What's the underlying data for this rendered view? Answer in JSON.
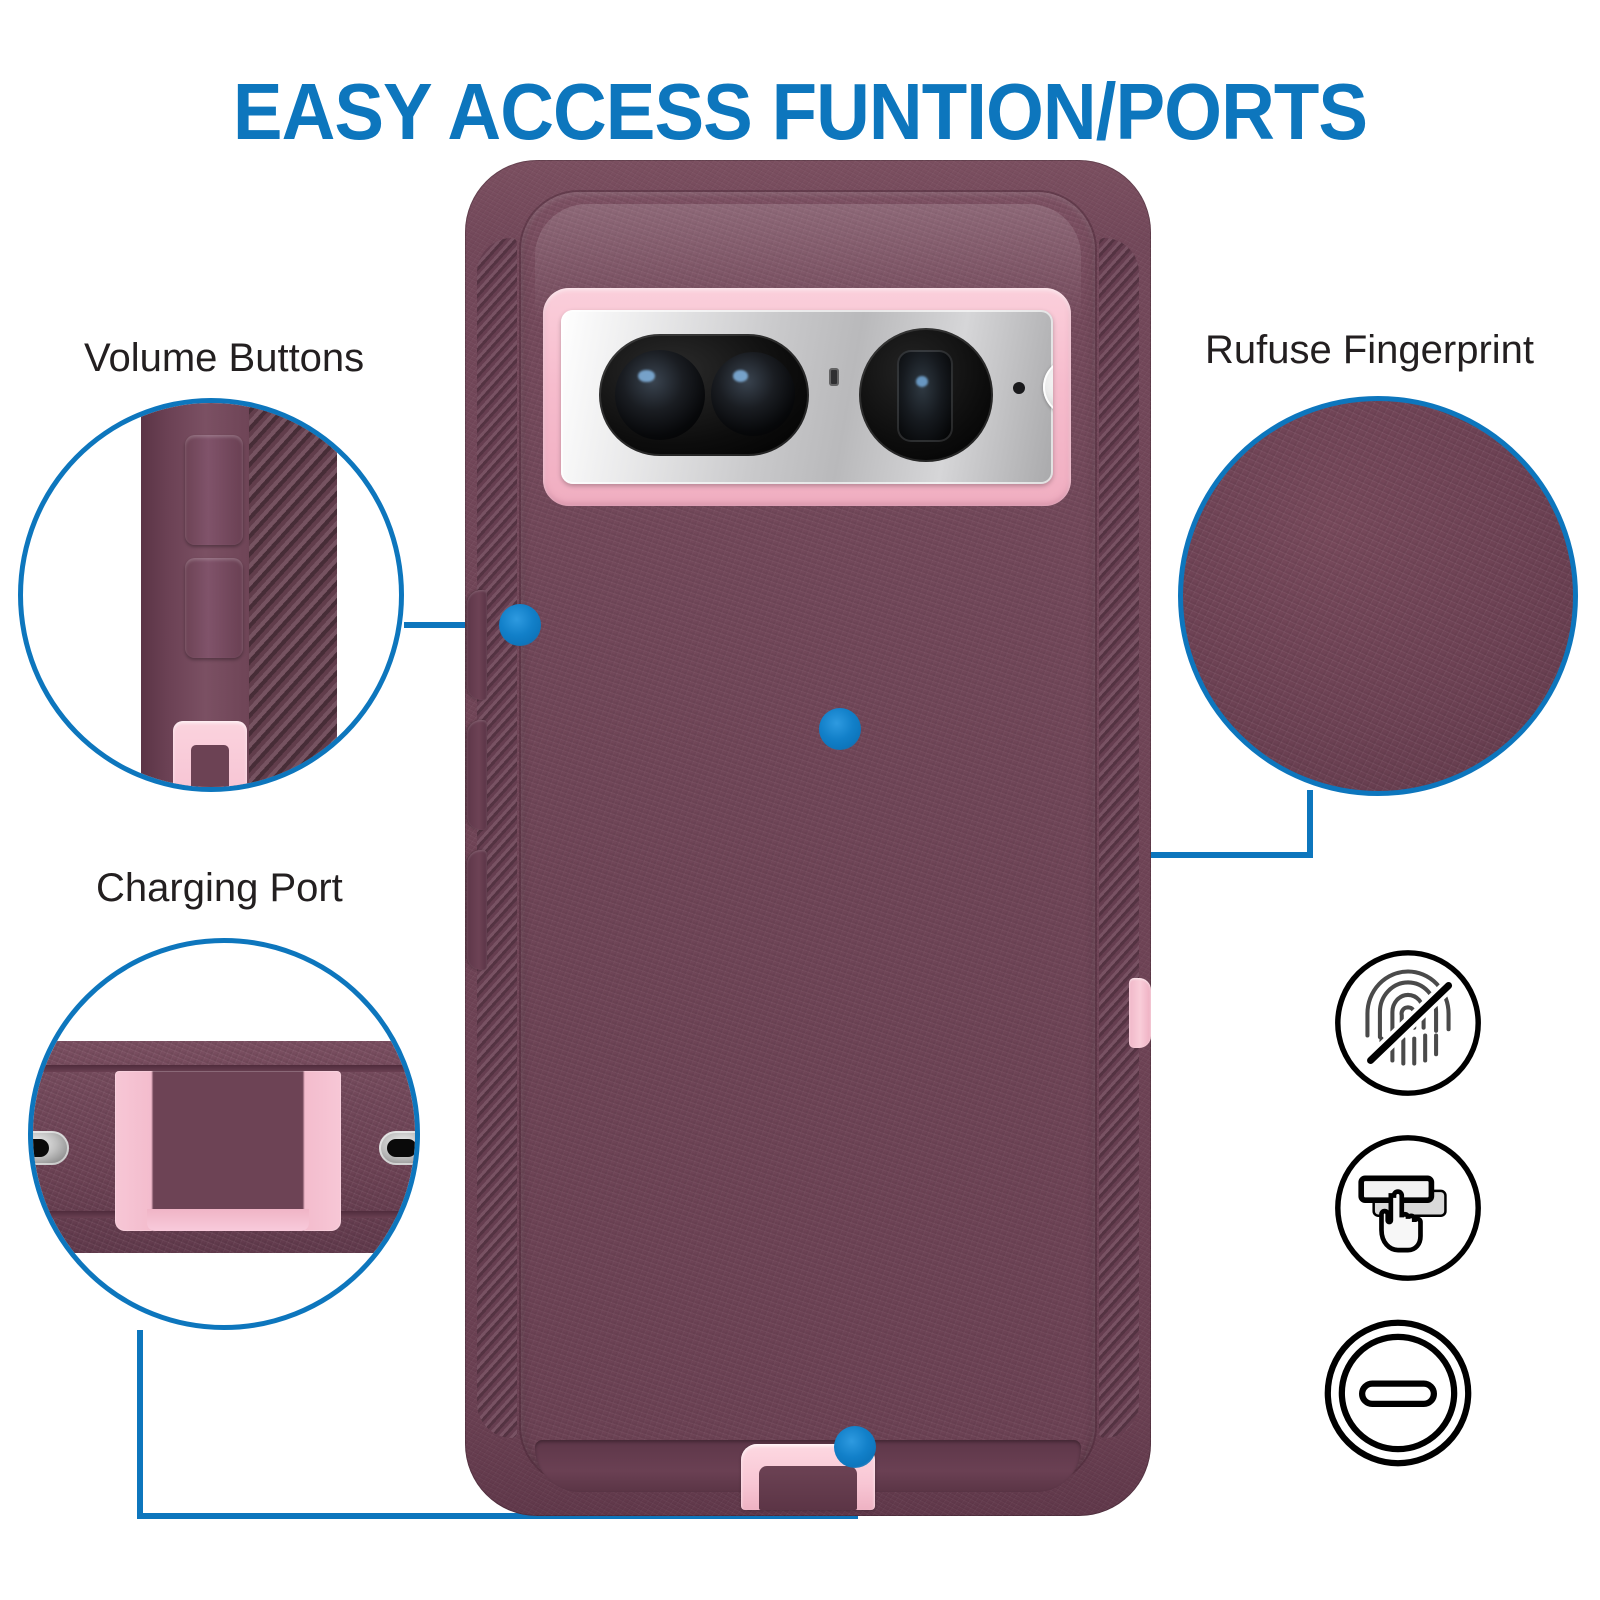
{
  "title": "EASY ACCESS FUNTION/PORTS",
  "colors": {
    "accent_blue": "#0d76bd",
    "case_maroon": "#6f4557",
    "case_maroon_light": "#7b5063",
    "case_pink": "#f6bccd",
    "label_text": "#231f20",
    "background": "#ffffff"
  },
  "callouts": [
    {
      "id": "volume-buttons",
      "label": "Volume Buttons",
      "position": "top-left",
      "detail": "Magnified side-edge view showing two raised volume button covers over diagonal-textured side rail, with pink port accent below"
    },
    {
      "id": "charging-port",
      "label": "Charging Port",
      "position": "bottom-left",
      "detail": "Magnified bottom-edge view showing pink charging port cover flap flanked by speaker grille cutouts"
    },
    {
      "id": "rufuse-fingerprint",
      "label": "Rufuse Fingerprint",
      "position": "top-right",
      "detail": "Magnified close-up of the matte textured maroon case back surface"
    }
  ],
  "product": {
    "name": "rugged defender phone case",
    "body_color_name": "maroon / plum",
    "accent_color_name": "pink",
    "camera": {
      "visor_finish": "silver metallic",
      "lens_pill_label": "dual-lens pill",
      "lens_circle_label": "telephoto lens",
      "flash_label": "LED flash",
      "sensor_label": "sensor dot"
    },
    "side_elements": [
      "volume up button cover",
      "volume down button cover",
      "power button cover",
      "pink side tab",
      "pink charging port flap"
    ]
  },
  "feature_icons": [
    {
      "id": "no-fingerprint-icon",
      "name": "fingerprint-slash-icon",
      "meaning": "Anti-fingerprint surface"
    },
    {
      "id": "touch-icon",
      "name": "finger-press-card-icon",
      "meaning": "Responsive button press"
    },
    {
      "id": "port-cover-icon",
      "name": "port-cover-icon",
      "meaning": "Covered charging port"
    }
  ],
  "markers": [
    {
      "id": "volume-marker",
      "target": "volume buttons on left edge"
    },
    {
      "id": "surface-marker",
      "target": "case back surface texture"
    },
    {
      "id": "charging-marker",
      "target": "charging port flap at bottom"
    }
  ]
}
